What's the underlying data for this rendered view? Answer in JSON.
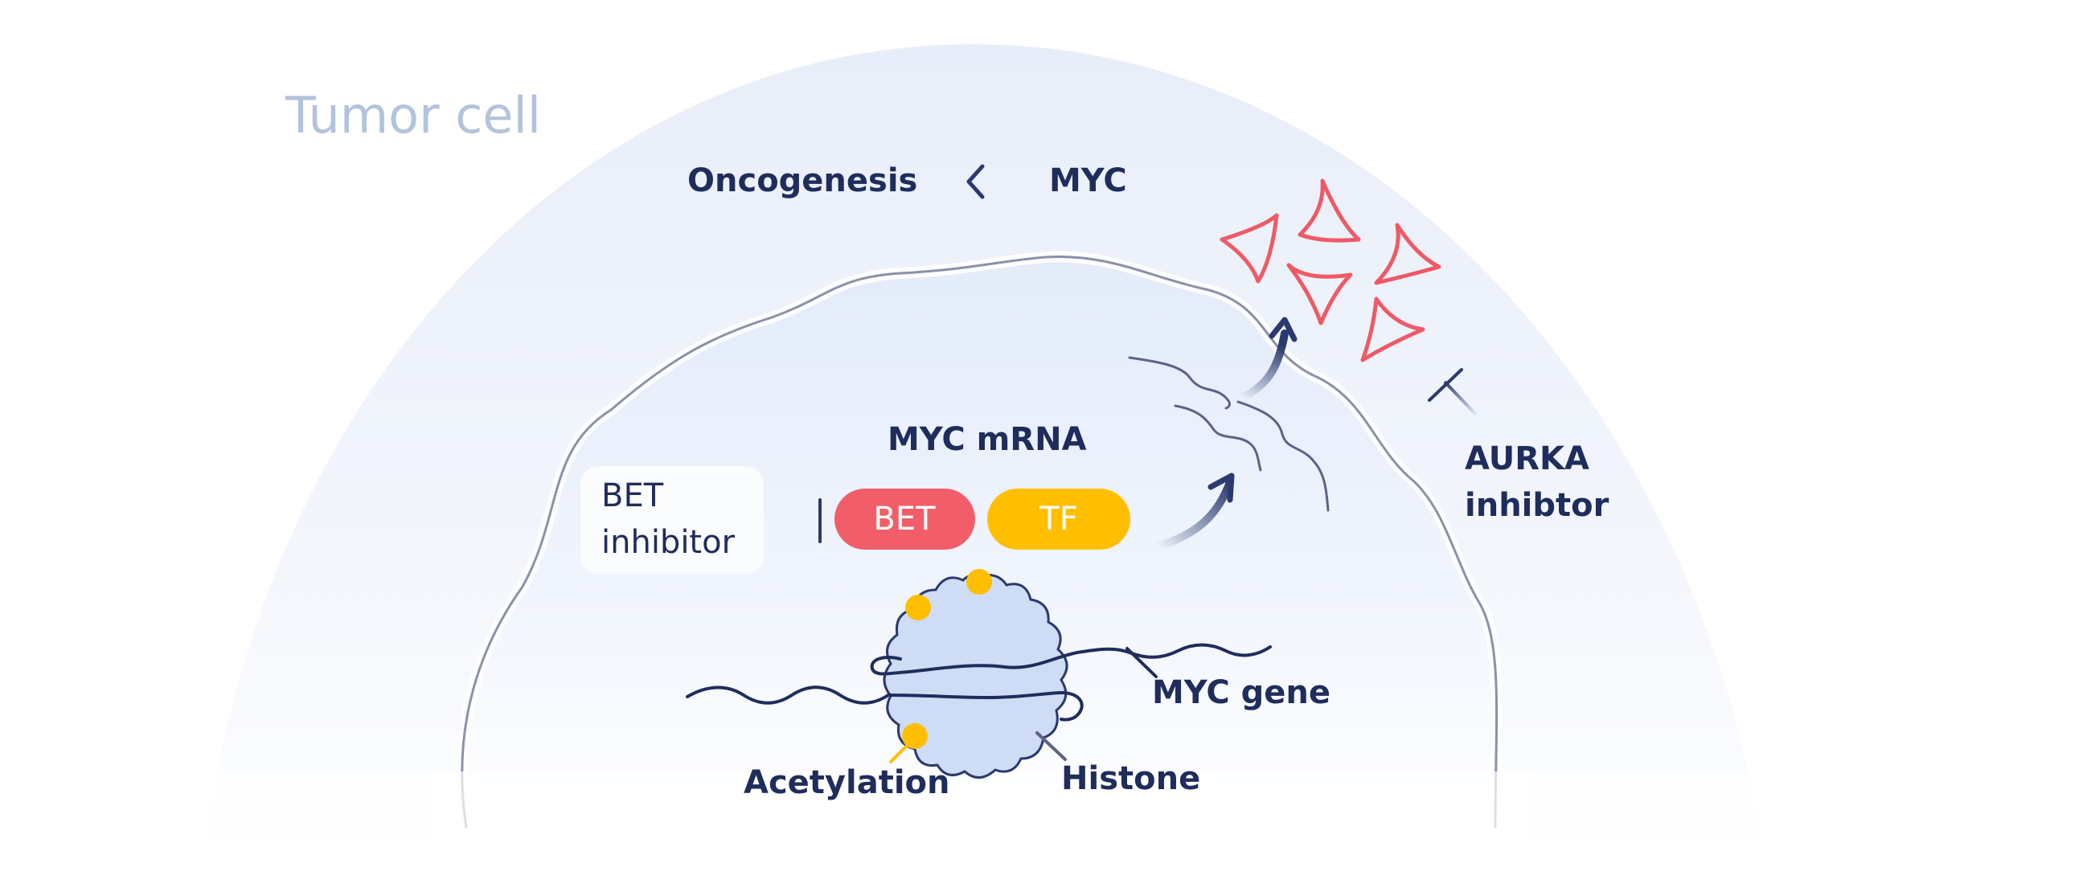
{
  "labels": {
    "tumor_cell": "Tumor cell",
    "oncogenesis": "Oncogenesis",
    "myc": "MYC",
    "myc_mrna": "MYC mRNA",
    "bet_inhibitor_line1": "BET",
    "bet_inhibitor_line2": "inhibitor",
    "bet": "BET",
    "tf": "TF",
    "aurka_inhibitor_line1": "AURKA",
    "aurka_inhibitor_line2": "inhibtor",
    "myc_gene": "MYC gene",
    "histone": "Histone",
    "acetylation": "Acetylation"
  },
  "colors": {
    "dark_navy": "#1f2d5c",
    "tumor_label": "#b3c3dd",
    "bet_red": "#f15e6a",
    "tf_yellow": "#ffbf00",
    "aurka_outline": "#ee5a66",
    "histone_fill": "#cfdcf5",
    "membrane_line": "#8a91aa"
  }
}
